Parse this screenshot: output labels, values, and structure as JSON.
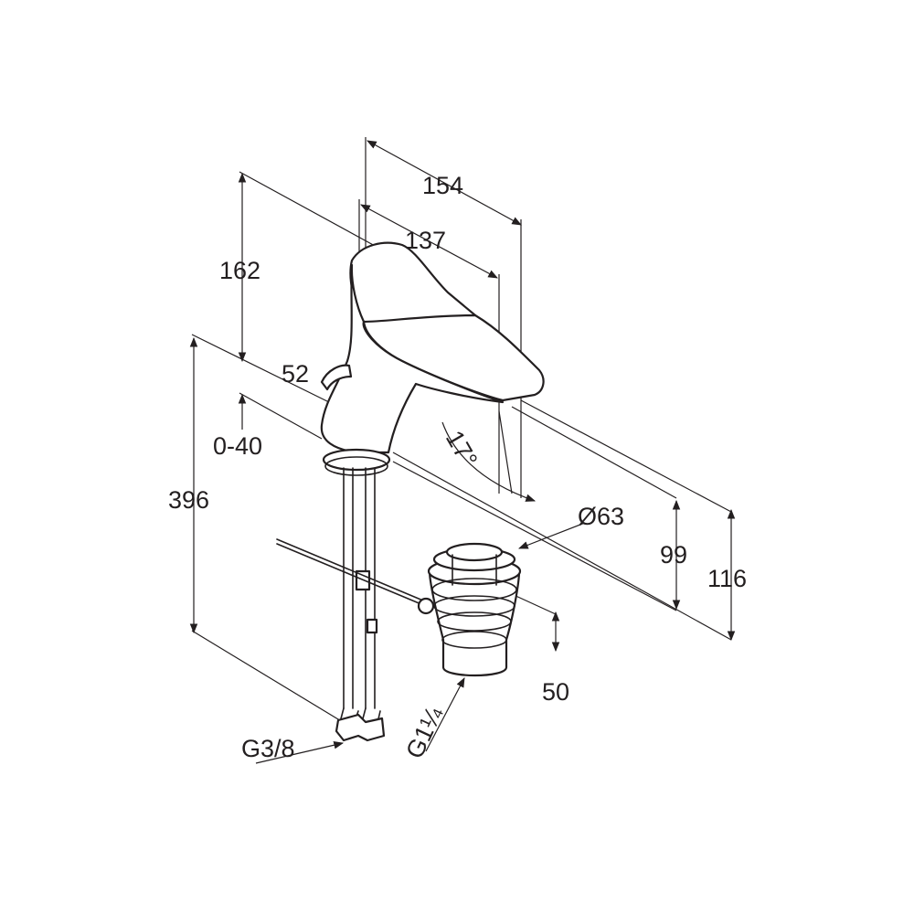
{
  "dimensions": {
    "spout_length_outer": "154",
    "spout_length_inner": "137",
    "height_top": "162",
    "handle_offset": "52",
    "adjust_range": "0-40",
    "total_height": "396",
    "spout_angle": "17°",
    "diameter": "Ø63",
    "height_99": "99",
    "height_116": "116",
    "waste_height": "50",
    "supply_thread": "G3/8",
    "waste_thread": "G1¼"
  }
}
